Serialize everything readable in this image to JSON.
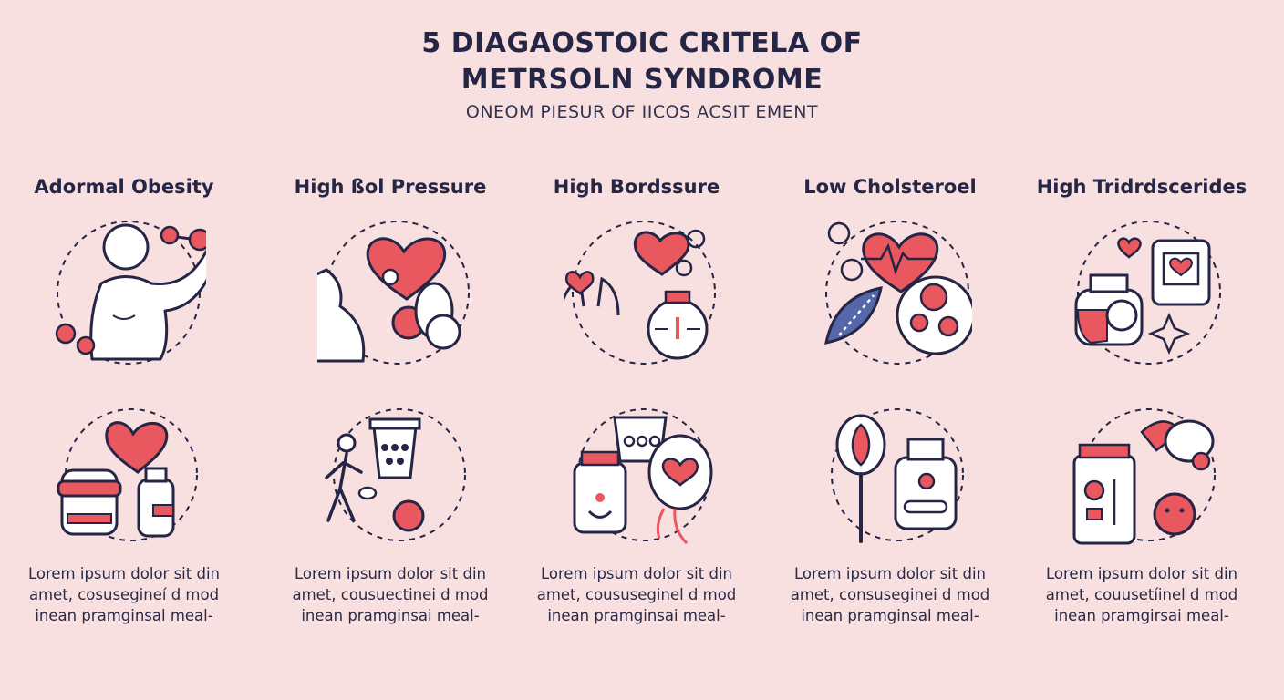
{
  "header": {
    "title_line1": "5 DIAGAOSTOIC CRITELA OF",
    "title_line2": "METRSOLN SYNDROME",
    "subtitle": "ONEOM PIESUR OF IICOS ACSIT EMENT"
  },
  "colors": {
    "background": "#f8dfe0",
    "ink": "#252545",
    "accent_red": "#e8585e",
    "accent_blue": "#5567a8"
  },
  "criteria": [
    {
      "title": "Adormal Obesity",
      "desc": [
        "Lorem ipsum dolor sit din",
        "amet, cosusegineí d mod",
        "inean pramginsal meal-"
      ],
      "icons": [
        "person-icon",
        "dumbbell-icon",
        "heart-icon",
        "jar-icon",
        "bottle-icon"
      ]
    },
    {
      "title": "High ßol Pressure",
      "desc": [
        "Lorem ipsum dolor sit din",
        "amet, cousuectinei d mod",
        "inean pramginsai meal-"
      ],
      "icons": [
        "heart-icon",
        "torso-icon",
        "apple-icon",
        "walking-person-icon",
        "cup-icon",
        "strawberry-icon"
      ]
    },
    {
      "title": "High Bordssure",
      "desc": [
        "Lorem ipsum dolor sit din",
        "amet, coususeginel d mod",
        "inean pramginsai meal-"
      ],
      "icons": [
        "heart-icon",
        "hands-icon",
        "gauge-icon",
        "cup-icon",
        "jar-icon",
        "balloon-heart-icon"
      ]
    },
    {
      "title": "Low Cholsteroel",
      "desc": [
        "Lorem ipsum dolor sit din",
        "amet, consuseginei d mod",
        "inean pramginsal meal-"
      ],
      "icons": [
        "heartbeat-icon",
        "leaf-icon",
        "plate-icon",
        "spoon-icon",
        "bottle-icon"
      ]
    },
    {
      "title": "High Tridrdscerides",
      "desc": [
        "Lorem ipsum dolor sit din",
        "amet, couusetíinel d mod",
        "inean pramgirsai meal-"
      ],
      "icons": [
        "bottle-icon",
        "document-heart-icon",
        "apple-icon",
        "pill-jar-icon",
        "food-icon"
      ]
    }
  ]
}
